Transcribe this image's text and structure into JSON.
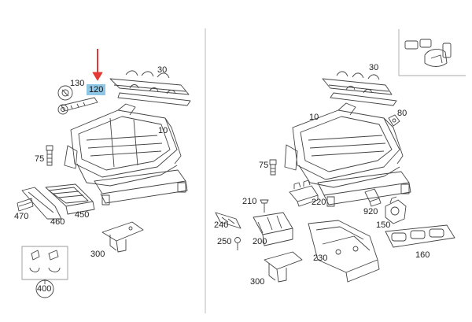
{
  "diagram": {
    "highlight_color": "#8ec7e6",
    "arrow_color": "#e23b35",
    "left_panel": {
      "labels": {
        "p130": "130",
        "p120": "120",
        "p30": "30",
        "p10": "10",
        "p75": "75",
        "p470": "470",
        "p460": "460",
        "p450": "450",
        "p300": "300",
        "p400": "400"
      }
    },
    "right_panel": {
      "labels": {
        "p30": "30",
        "p10": "10",
        "p80": "80",
        "p75": "75",
        "p210": "210",
        "p220": "220",
        "p920": "920",
        "p240": "240",
        "p250": "250",
        "p200": "200",
        "p150": "150",
        "p230": "230",
        "p160": "160",
        "p300": "300"
      }
    }
  }
}
